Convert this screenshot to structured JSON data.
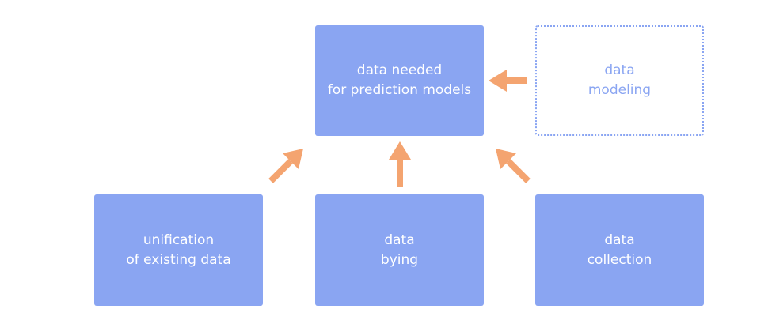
{
  "diagram": {
    "nodes": {
      "target": {
        "lines": [
          "data needed",
          "for prediction models"
        ],
        "style": "solid"
      },
      "modeling": {
        "lines": [
          "data",
          "modeling"
        ],
        "style": "dotted-outline"
      },
      "unify": {
        "lines": [
          "unification",
          "of existing data"
        ],
        "style": "solid"
      },
      "buying": {
        "lines": [
          "data",
          "bying"
        ],
        "style": "solid"
      },
      "collection": {
        "lines": [
          "data",
          "collection"
        ],
        "style": "solid"
      }
    },
    "edges": [
      {
        "from": "modeling",
        "to": "target"
      },
      {
        "from": "unify",
        "to": "target"
      },
      {
        "from": "buying",
        "to": "target"
      },
      {
        "from": "collection",
        "to": "target"
      }
    ],
    "colors": {
      "box_fill": "#8aa5f2",
      "box_text": "#ffffff",
      "dotted_border": "#8aa5f2",
      "arrow": "#f4a470"
    }
  }
}
